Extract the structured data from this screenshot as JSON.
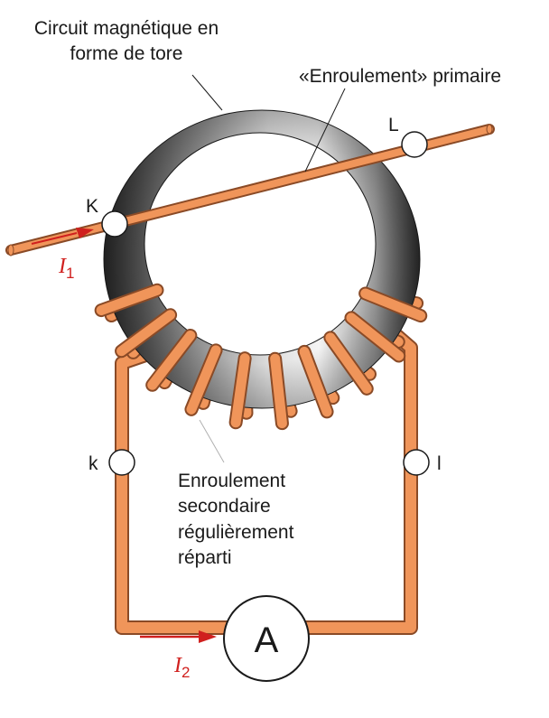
{
  "labels": {
    "core": [
      "Circuit magnétique en",
      "forme de tore"
    ],
    "primary": "«Enroulement» primaire",
    "secondary": [
      "Enroulement",
      "secondaire",
      "régulièrement",
      "réparti"
    ]
  },
  "terminals": {
    "K": "K",
    "L": "L",
    "k": "k",
    "l": "l"
  },
  "currents": {
    "i1_base": "I",
    "i1_sub": "1",
    "i2_base": "I",
    "i2_sub": "2"
  },
  "meter": {
    "symbol": "A"
  },
  "colors": {
    "conductor": "#f0955a",
    "conductor_edge": "#8a4a26",
    "arrow": "#d0201e",
    "core_light": "#f2f2f2",
    "core_dark": "#2e2e2e"
  }
}
